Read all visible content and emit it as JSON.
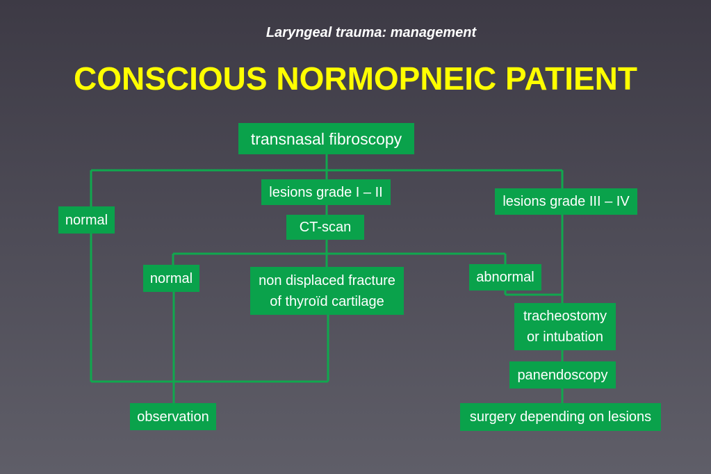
{
  "subtitle": "Laryngeal trauma: management",
  "title": "CONSCIOUS NORMOPNEIC PATIENT",
  "colors": {
    "box": "#0aa24b",
    "line": "#10a84e",
    "title": "#ffff00",
    "text": "#ffffff"
  },
  "nodes": {
    "fibroscopy": "transnasal fibroscopy",
    "lesions_1_2": "lesions grade I – II",
    "lesions_3_4": "lesions grade III – IV",
    "normal_left": "normal",
    "ct_scan": "CT-scan",
    "normal_mid": "normal",
    "non_displaced_line1": "non displaced fracture",
    "non_displaced_line2": "of thyroïd cartilage",
    "abnormal": "abnormal",
    "tracheostomy_line1": "tracheostomy",
    "tracheostomy_line2": "or intubation",
    "panendoscopy": "panendoscopy",
    "observation": "observation",
    "surgery": "surgery depending on lesions"
  }
}
